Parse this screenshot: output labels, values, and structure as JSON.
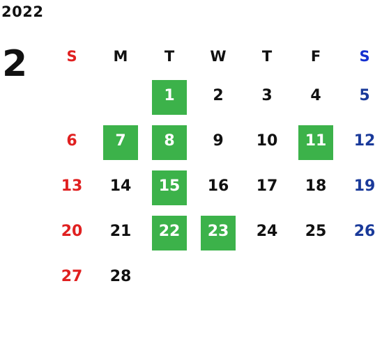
{
  "year": "2022",
  "month": "2",
  "weekdays": [
    "S",
    "M",
    "T",
    "W",
    "T",
    "F",
    "S"
  ],
  "days": [
    [
      "",
      "",
      "1",
      "2",
      "3",
      "4",
      "5"
    ],
    [
      "6",
      "7",
      "8",
      "9",
      "10",
      "11",
      "12"
    ],
    [
      "13",
      "14",
      "15",
      "16",
      "17",
      "18",
      "19"
    ],
    [
      "20",
      "21",
      "22",
      "23",
      "24",
      "25",
      "26"
    ],
    [
      "27",
      "28",
      "",
      "",
      "",
      "",
      ""
    ]
  ],
  "highlighted": [
    "1",
    "7",
    "8",
    "11",
    "15",
    "22",
    "23"
  ],
  "colors": {
    "highlight": "#3cb24a",
    "sunday": "#e02020",
    "saturday": "#1a3a9a",
    "saturday_header": "#1530d0",
    "default": "#111111"
  }
}
